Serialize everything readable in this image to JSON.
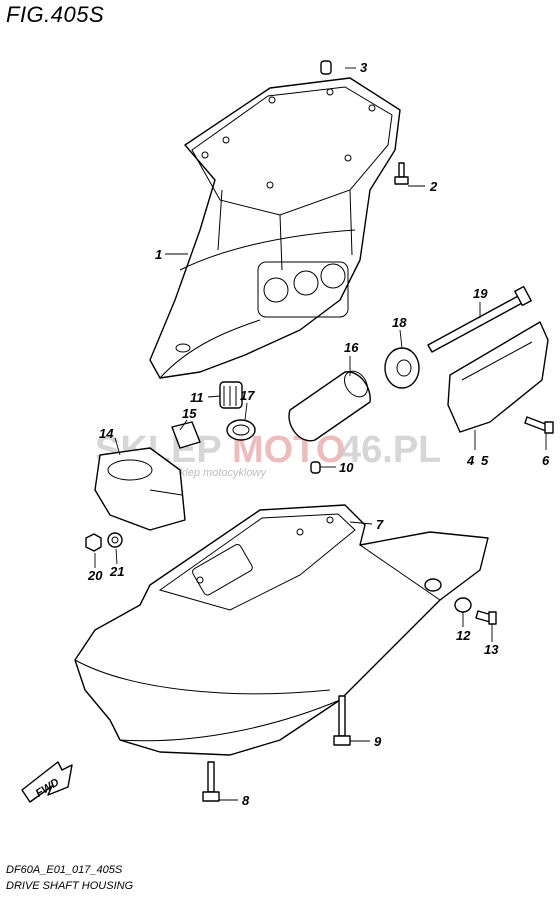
{
  "title": "FIG.405S",
  "footer": {
    "code": "DF60A_E01_017_405S",
    "caption": "DRIVE SHAFT HOUSING"
  },
  "watermark": {
    "text_a": "SKLEP",
    "text_b": "MOTO",
    "text_c": "46.PL",
    "tagline": "internetowy sklep motocyklowy",
    "accent_color": "#d9534f"
  },
  "direction_arrow": {
    "label": "FWD"
  },
  "callouts": [
    {
      "id": "c1",
      "label": "1"
    },
    {
      "id": "c2",
      "label": "2"
    },
    {
      "id": "c3",
      "label": "3"
    },
    {
      "id": "c4",
      "label": "4"
    },
    {
      "id": "c5",
      "label": "5"
    },
    {
      "id": "c6",
      "label": "6"
    },
    {
      "id": "c7",
      "label": "7"
    },
    {
      "id": "c8",
      "label": "8"
    },
    {
      "id": "c9",
      "label": "9"
    },
    {
      "id": "c10",
      "label": "10"
    },
    {
      "id": "c11",
      "label": "11"
    },
    {
      "id": "c12",
      "label": "12"
    },
    {
      "id": "c13",
      "label": "13"
    },
    {
      "id": "c14",
      "label": "14"
    },
    {
      "id": "c15",
      "label": "15"
    },
    {
      "id": "c16",
      "label": "16"
    },
    {
      "id": "c17",
      "label": "17"
    },
    {
      "id": "c18",
      "label": "18"
    },
    {
      "id": "c19",
      "label": "19"
    },
    {
      "id": "c20",
      "label": "20"
    },
    {
      "id": "c21",
      "label": "21"
    }
  ]
}
